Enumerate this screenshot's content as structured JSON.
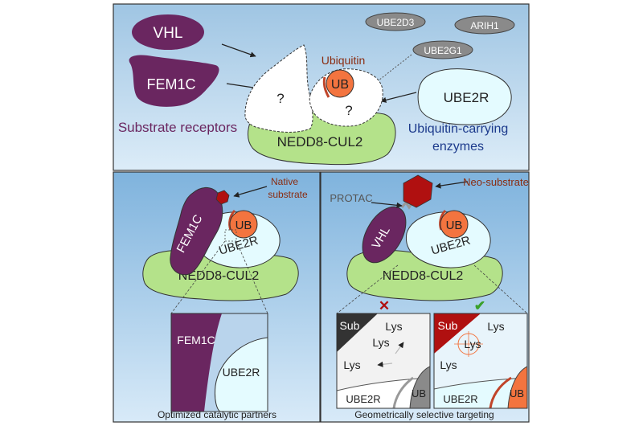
{
  "top": {
    "vhl": "VHL",
    "fem1c": "FEM1C",
    "substrate_receptors": "Substrate receptors",
    "ube2d3": "UBE2D3",
    "arih1": "ARIH1",
    "ube2g1": "UBE2G1",
    "ube2r": "UBE2R",
    "ubiquitin_carrying_line1": "Ubiquitin-carrying",
    "ubiquitin_carrying_line2": "enzymes",
    "ubiquitin": "Ubiquitin",
    "ub": "UB",
    "question_left": "?",
    "question_right": "?",
    "nedd8_cul2": "NEDD8-CUL2"
  },
  "bottom_left": {
    "native_line1": "Native",
    "native_line2": "substrate",
    "fem1c": "FEM1C",
    "ub": "UB",
    "ube2r": "UBE2R",
    "nedd8_cul2": "NEDD8-CUL2",
    "zoom_fem1c": "FEM1C",
    "zoom_ube2r": "UBE2R",
    "caption": "Optimized catalytic partners"
  },
  "bottom_right": {
    "neo_substrate": "Neo-substrate",
    "protac": "PROTAC",
    "vhl": "VHL",
    "ub": "UB",
    "ube2r": "UBE2R",
    "nedd8_cul2": "NEDD8-CUL2",
    "bad": {
      "mark": "✕",
      "sub": "Sub",
      "lys_top": "Lys",
      "lys_mid": "Lys",
      "lys_low": "Lys",
      "ube2r": "UBE2R",
      "ub": "UB"
    },
    "good": {
      "mark": "✔",
      "sub": "Sub",
      "lys_top": "Lys",
      "lys_mid": "Lys",
      "lys_low": "Lys",
      "ube2r": "UBE2R",
      "ub": "UB"
    },
    "caption": "Geometrically selective targeting"
  },
  "colors": {
    "purple": "#6a2660",
    "green": "#b4e28a",
    "cyan_light": "#e4fbff",
    "orange": "#f3743f",
    "dark_red": "#b01010",
    "blue_text": "#1c3a8c",
    "purple_text": "#6a2660",
    "brown_text": "#8a2c10",
    "bg_top": "#a8cbe6"
  }
}
